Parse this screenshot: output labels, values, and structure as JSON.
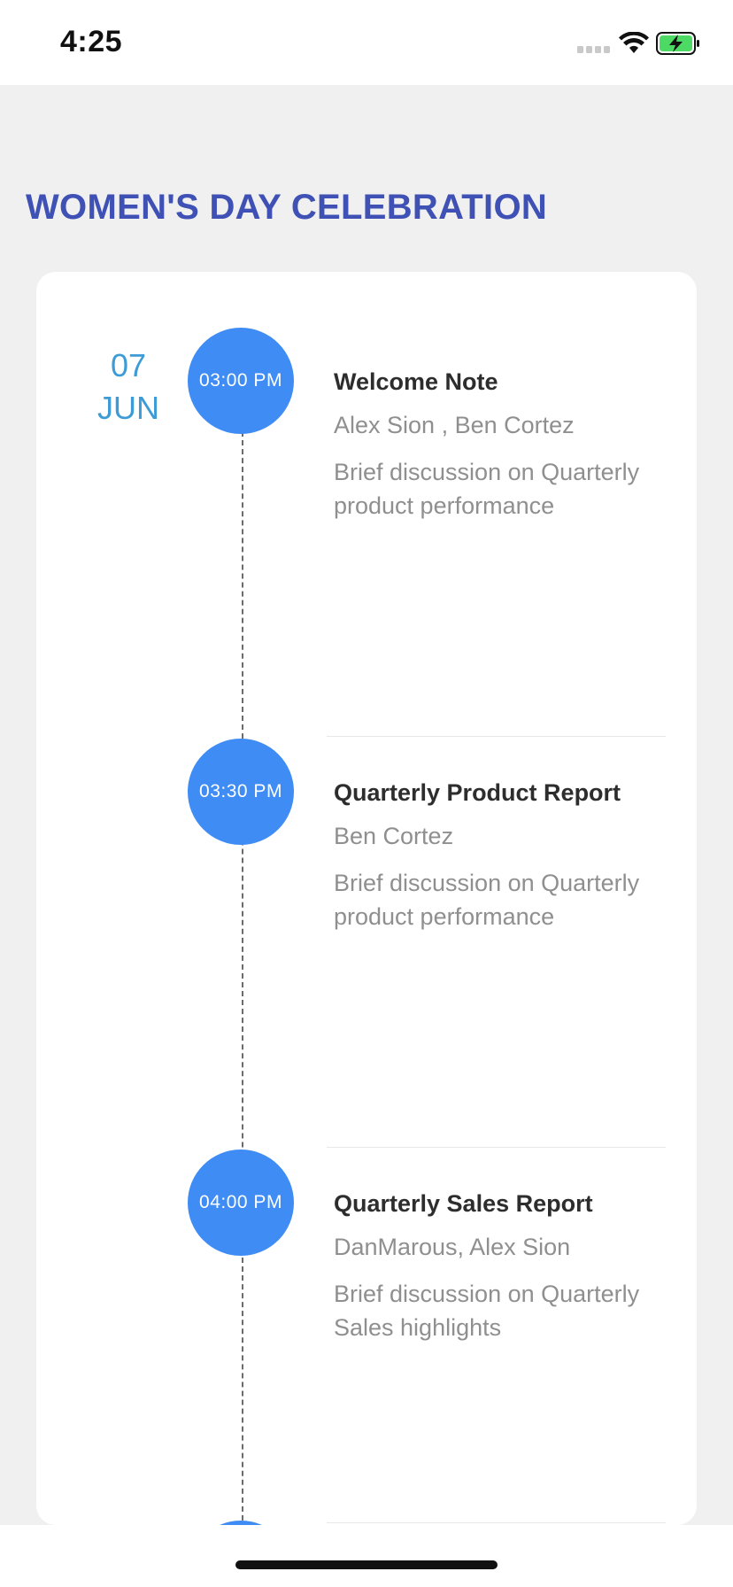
{
  "status_bar": {
    "time": "4:25",
    "icons": [
      "cellular-signal-icon",
      "wifi-icon",
      "battery-charging-icon"
    ],
    "battery_color": "#4cd964"
  },
  "page": {
    "title": "WOMEN'S DAY CELEBRATION",
    "title_color": "#3f51b5"
  },
  "schedule": {
    "date_day": "07",
    "date_month": "JUN",
    "accent_color": "#3f8cf5",
    "events": [
      {
        "time": "03:00 PM",
        "title": "Welcome Note",
        "people": "Alex Sion , Ben Cortez",
        "description": "Brief discussion on Quarterly product performance"
      },
      {
        "time": "03:30 PM",
        "title": "Quarterly Product Report",
        "people": "Ben Cortez",
        "description": "Brief discussion on Quarterly product performance"
      },
      {
        "time": "04:00 PM",
        "title": "Quarterly Sales Report",
        "people": "DanMarous, Alex Sion",
        "description": "Brief discussion on Quarterly Sales highlights"
      }
    ]
  }
}
